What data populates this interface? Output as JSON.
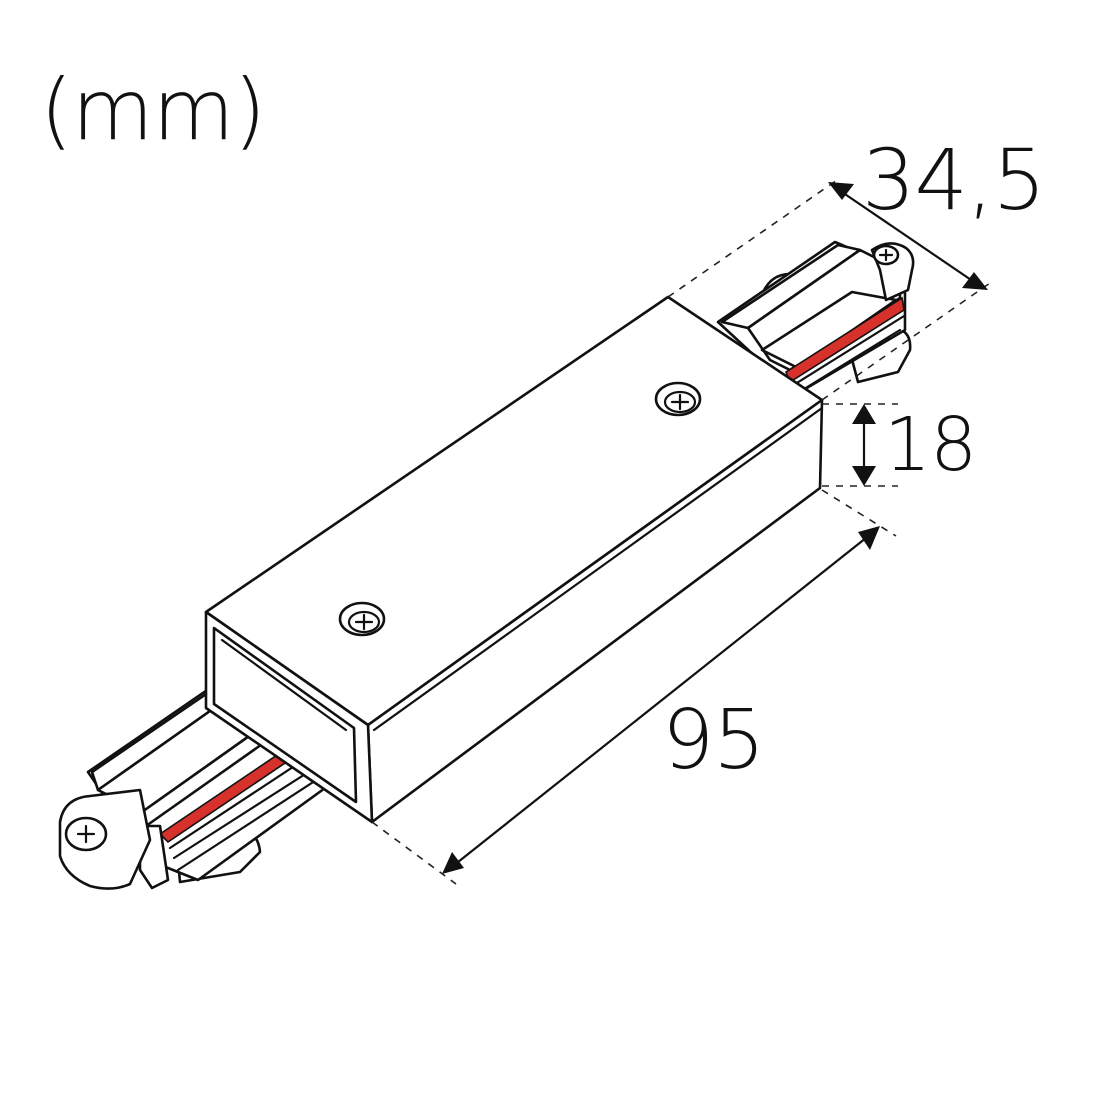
{
  "title": "Track connector dimension drawing",
  "unit_label": "(mm)",
  "dimensions": {
    "width": {
      "value": "34,5",
      "label": "34,5"
    },
    "height": {
      "value": "18",
      "label": "18"
    },
    "length": {
      "value": "95",
      "label": "95"
    }
  },
  "colors": {
    "line": "#111111",
    "accent_strip": "#d6312b",
    "background": "#ffffff"
  },
  "parts": {
    "housing": "connector-housing",
    "left_adapter": "left-track-adapter",
    "right_adapter": "right-track-adapter",
    "screws": 4
  }
}
